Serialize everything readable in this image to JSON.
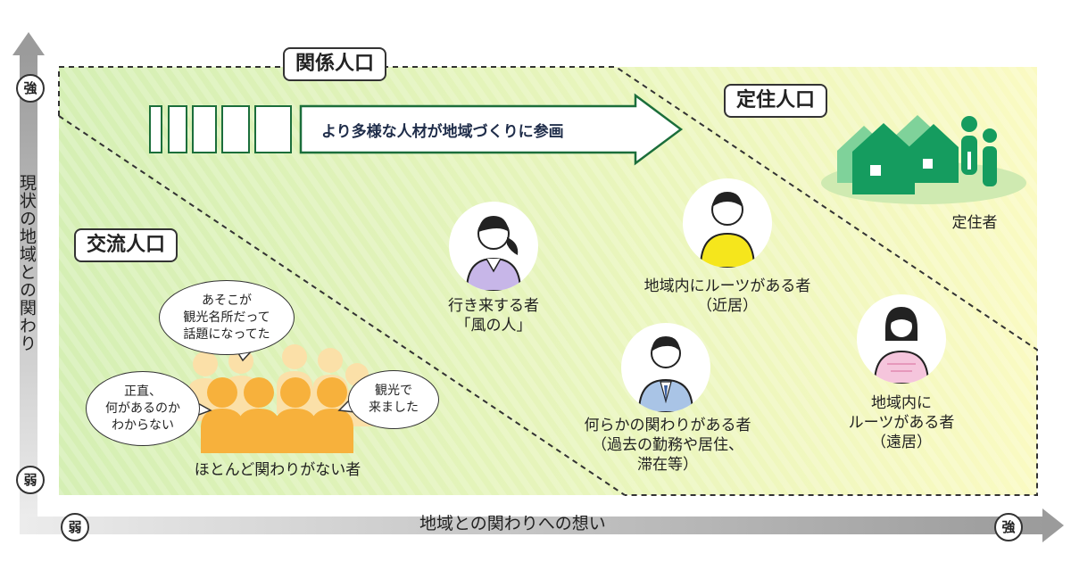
{
  "colors": {
    "region_left": "#d5efb4",
    "region_right": "#fafac2",
    "person_orange": "#f7b13c",
    "person_orange_faded": "#fbe0a8",
    "house_green": "#159c5f",
    "house_light": "#7fd29a",
    "arrow_border": "#1b6e3b"
  },
  "axes": {
    "y_label": "現状の地域との関わり",
    "x_label": "地域との関わりへの想い",
    "y_strong": "強",
    "y_weak": "弱",
    "x_weak": "弱",
    "x_strong": "強"
  },
  "zones": {
    "kankei": "関係人口",
    "teiju": "定住人口",
    "koryu": "交流人口"
  },
  "arrow": {
    "text": "より多様な人材が地域づくりに参画"
  },
  "bubbles": {
    "top": [
      "あそこが",
      "観光名所だって",
      "話題になってた"
    ],
    "left": [
      "正直、",
      "何があるのか",
      "わからない"
    ],
    "right": [
      "観光で",
      "来ました"
    ]
  },
  "persons": {
    "crowd": "ほとんど関わりがない者",
    "kazenohito": [
      "行き来する者",
      "「風の人」"
    ],
    "kinkyo": [
      "地域内にルーツがある者",
      "（近居）"
    ],
    "kako": [
      "何らかの関わりがある者",
      "（過去の勤務や居住、",
      "滞在等）"
    ],
    "enkyo": [
      "地域内に",
      "ルーツがある者",
      "（遠居）"
    ],
    "teijusha": "定住者"
  }
}
